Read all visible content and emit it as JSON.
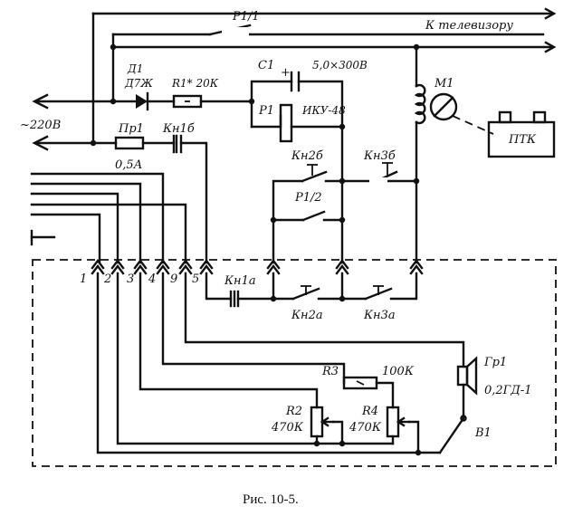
{
  "labels": {
    "relay_contact_top": "P1/1",
    "to_tv": "К телевизору",
    "diode": "Д1",
    "diode_type": "Д7Ж",
    "r1": "R1* 20К",
    "c1": "C1",
    "c1_plus": "+",
    "c1_value": "5,0×300В",
    "relay": "P1",
    "relay_type": "ИКУ-48",
    "motor": "M1",
    "ptk": "ПТК",
    "mains": "~220В",
    "fuse": "Пр1",
    "fuse_value": "0,5А",
    "kn1b": "Кн1б",
    "kn2b": "Кн2б",
    "kn3b": "Кн3б",
    "relay_contact_2": "P1/2",
    "term_1": "1",
    "term_2": "2",
    "term_3": "3",
    "term_4": "4",
    "term_9": "9",
    "term_5": "5",
    "kn1a": "Кн1а",
    "kn2a": "Кн2а",
    "kn3a": "Кн3а",
    "r3": "R3",
    "r3_value": "100К",
    "speaker": "Гр1",
    "speaker_type": "0,2ГД-1",
    "r2": "R2",
    "r2_value": "470К",
    "r4": "R4",
    "r4_value": "470К",
    "switch": "B1",
    "caption": "Рис. 10-5."
  }
}
